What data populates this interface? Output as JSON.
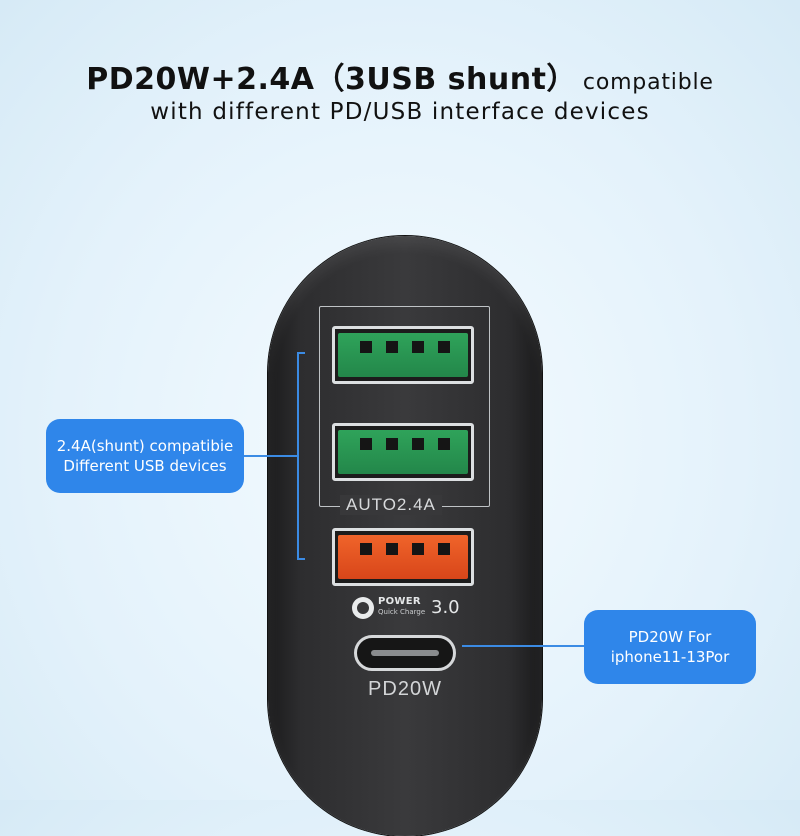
{
  "headline": {
    "bold": "PD20W+2.4A（3USB shunt）",
    "regular": "compatible",
    "line2": "with different PD/USB interface devices"
  },
  "charger": {
    "auto_label": "AUTO2.4A",
    "qc_logo": {
      "power": "POWER",
      "sub": "Quick Charge",
      "version": "3.0"
    },
    "typec_label": "PD20W",
    "port_colors": {
      "usb_a_standard": "#2fa35a",
      "usb_a_quick_charge": "#f0642a",
      "body": "#2d2d2f"
    }
  },
  "callouts": {
    "left": {
      "line1": "2.4A(shunt) compatibie",
      "line2": "Different USB devices"
    },
    "right": {
      "line1": "PD20W For",
      "line2": "iphone11-13Por"
    },
    "accent_color": "#2f86ea"
  }
}
